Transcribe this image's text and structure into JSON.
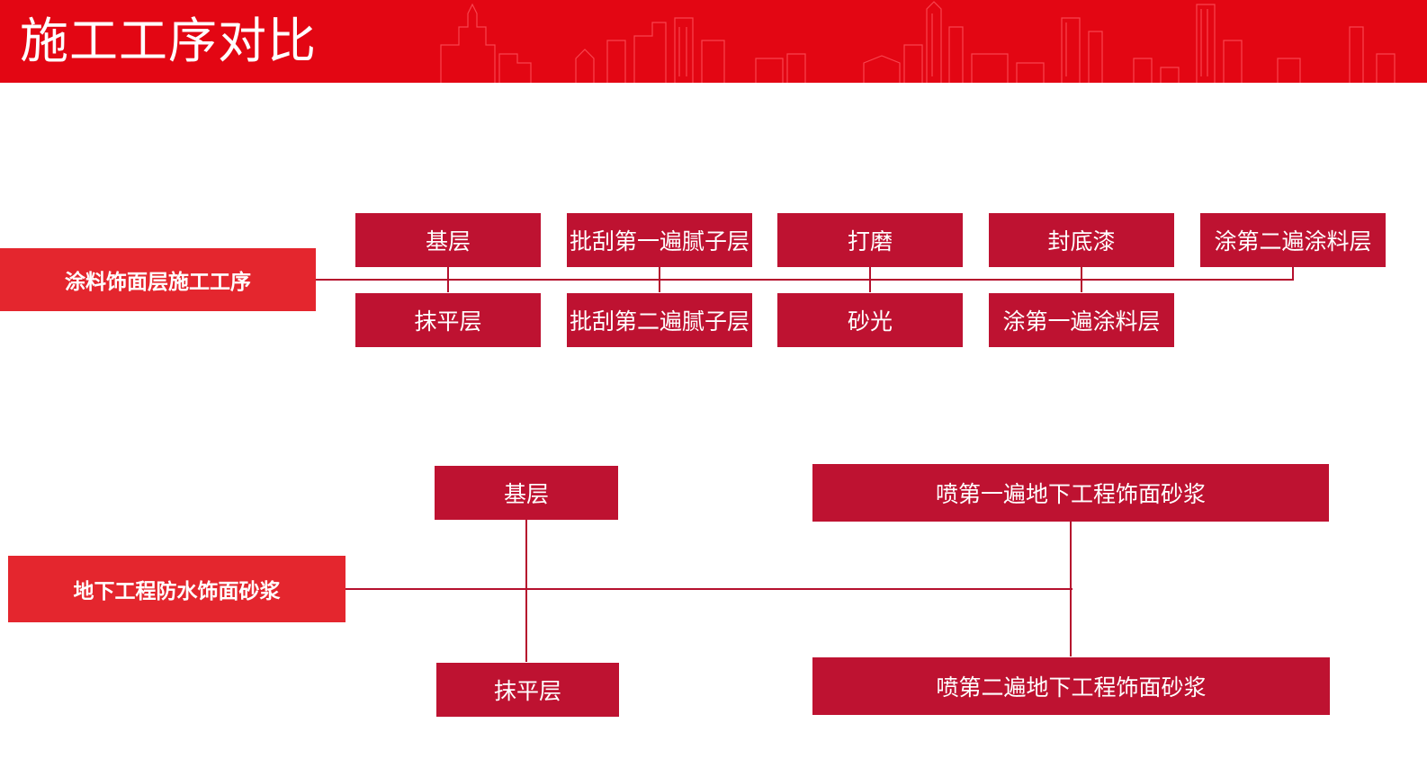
{
  "header": {
    "title": "施工工序对比"
  },
  "colors": {
    "header_bg": "#e30613",
    "box_bg": "#be1231",
    "label_bg": "#e4262e",
    "line": "#b5102d"
  },
  "diagram1": {
    "label": "涂料饰面层施工工序",
    "top_steps": [
      "基层",
      "批刮第一遍腻子层",
      "打磨",
      "封底漆",
      "涂第二遍涂料层"
    ],
    "bottom_steps": [
      "抹平层",
      "批刮第二遍腻子层",
      "砂光",
      "涂第一遍涂料层"
    ]
  },
  "diagram2": {
    "label": "地下工程防水饰面砂浆",
    "top_steps": [
      "基层",
      "喷第一遍地下工程饰面砂浆"
    ],
    "bottom_steps": [
      "抹平层",
      "喷第二遍地下工程饰面砂浆"
    ]
  }
}
